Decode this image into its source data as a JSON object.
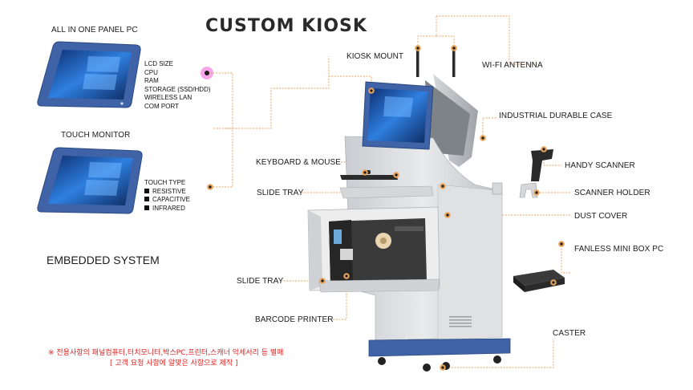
{
  "title": "CUSTOM KIOSK",
  "left_panel": {
    "all_in_one_title": "ALL IN ONE PANEL PC",
    "all_in_one_specs": [
      "LCD SIZE",
      "CPU",
      "RAM",
      "STORAGE (SSD/HDD)",
      "WIRELESS LAN",
      "COM PORT"
    ],
    "touch_title": "TOUCH MONITOR",
    "touch_type_label": "TOUCH TYPE",
    "touch_types": [
      "RESISTIVE",
      "CAPACITIVE",
      "INFRARED"
    ],
    "embedded": "EMBEDDED SYSTEM"
  },
  "callouts": {
    "kiosk_mount": "KIOSK MOUNT",
    "wifi_antenna": "WI-FI ANTENNA",
    "industrial_case": "INDUSTRIAL DURABLE CASE",
    "keyboard_mouse": "KEYBOARD & MOUSE",
    "slide_tray_top": "SLIDE TRAY",
    "handy_scanner": "HANDY SCANNER",
    "scanner_holder": "SCANNER HOLDER",
    "dust_cover": "DUST COVER",
    "fanless_pc": "FANLESS MINI BOX PC",
    "slide_tray_bottom": "SLIDE TRAY",
    "barcode_printer": "BARCODE PRINTER",
    "caster": "CASTER"
  },
  "notes": {
    "line1": "※ 전용사항의 패널컴퓨터,터치모니터,박스PC,프린터,스캐너 악세서리 등 별매",
    "line2": "[ 고객 요청 사항에 알맞은 사항으로 제작 ]"
  },
  "colors": {
    "frame_blue": "#3f63a6",
    "leader_orange": "#e8a25a",
    "note_red": "#e02020",
    "highlight_magenta": "#f06ad8"
  }
}
